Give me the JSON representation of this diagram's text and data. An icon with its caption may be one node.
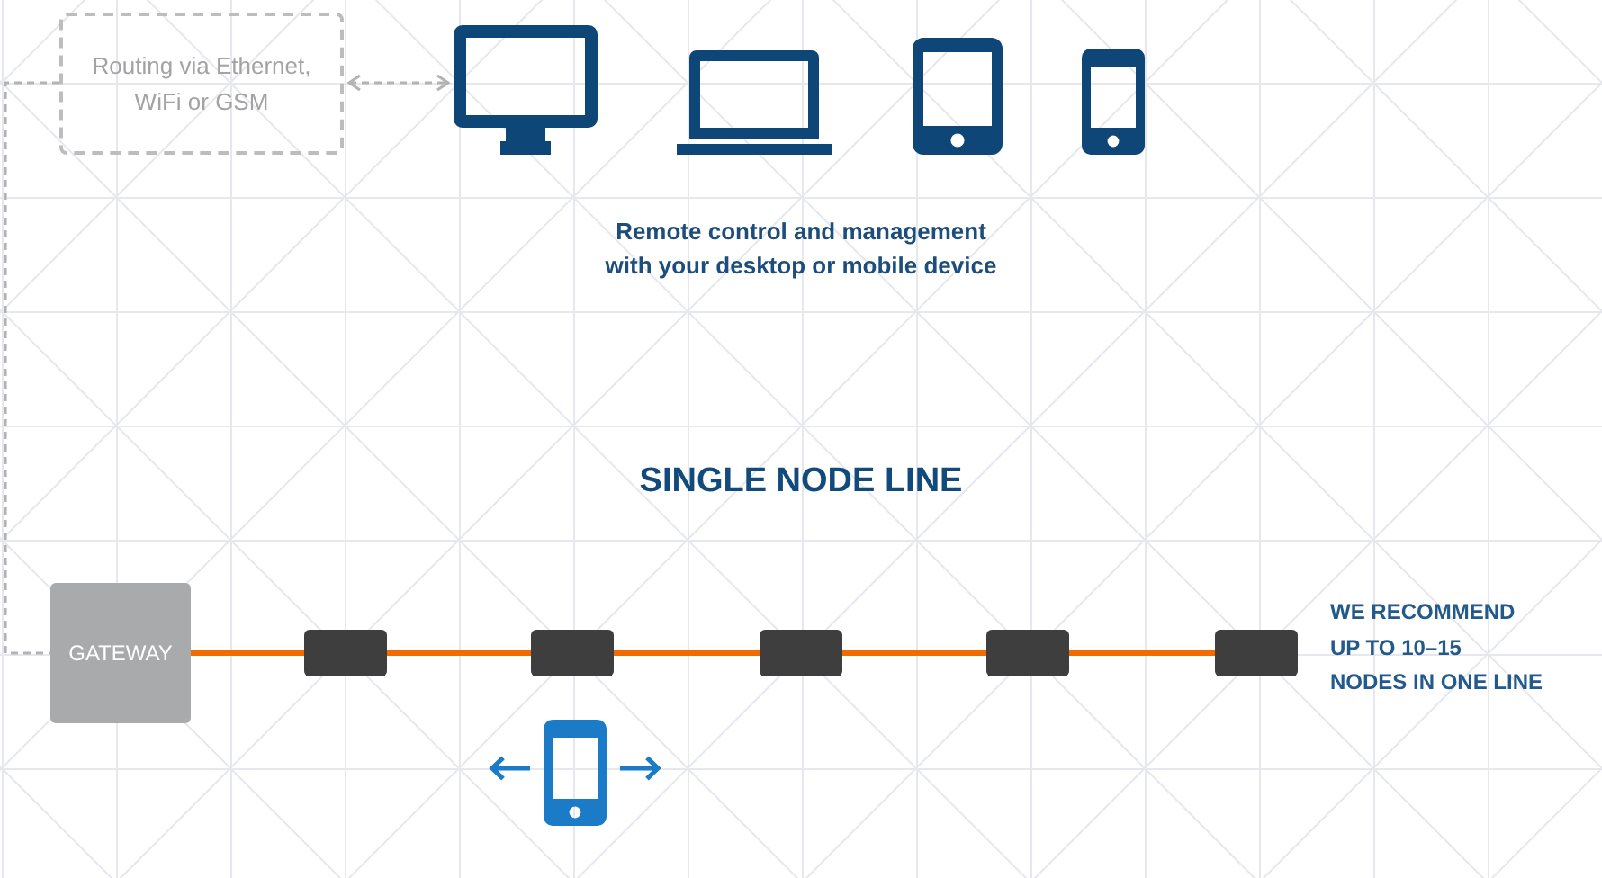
{
  "diagram": {
    "title": "SINGLE NODE LINE",
    "nodes": [
      {
        "text": [
          "Routing via Ethernet, WiFi or GSM"
        ]
      },
      {
        "text": [],
        "shape": "picture"
      },
      {
        "text": [],
        "shape": "picture"
      },
      {
        "text": [],
        "shape": "picture"
      },
      {
        "text": [],
        "shape": "picture"
      },
      {
        "text": [
          "GATEWAY"
        ]
      },
      {
        "text": [],
        "shape": "box"
      },
      {
        "text": [],
        "shape": "box"
      },
      {
        "text": [],
        "shape": "box"
      },
      {
        "text": [],
        "shape": "box"
      },
      {
        "text": [],
        "shape": "box"
      },
      {
        "text": [],
        "shape": "picture"
      }
    ],
    "edges": [
      {
        "from": 0,
        "to": 1,
        "arrow": "both",
        "style": "dashed",
        "color": "#b3b3b3"
      },
      {
        "from": 0,
        "to": 5,
        "arrow": "none",
        "style": "dashed",
        "color": "#b3b3b3"
      },
      {
        "from": 5,
        "to": 6,
        "arrow": "none"
      },
      {
        "from": 6,
        "to": 7,
        "arrow": "none"
      },
      {
        "from": 7,
        "to": 8,
        "arrow": "none"
      },
      {
        "from": 8,
        "to": 9,
        "arrow": "none"
      },
      {
        "from": 9,
        "to": 10,
        "arrow": "none"
      }
    ],
    "labels": [
      "Remote control and management with your desktop or mobile device",
      "WE RECOMMEND UP TO 10–15 NODES IN ONE LINE"
    ]
  }
}
